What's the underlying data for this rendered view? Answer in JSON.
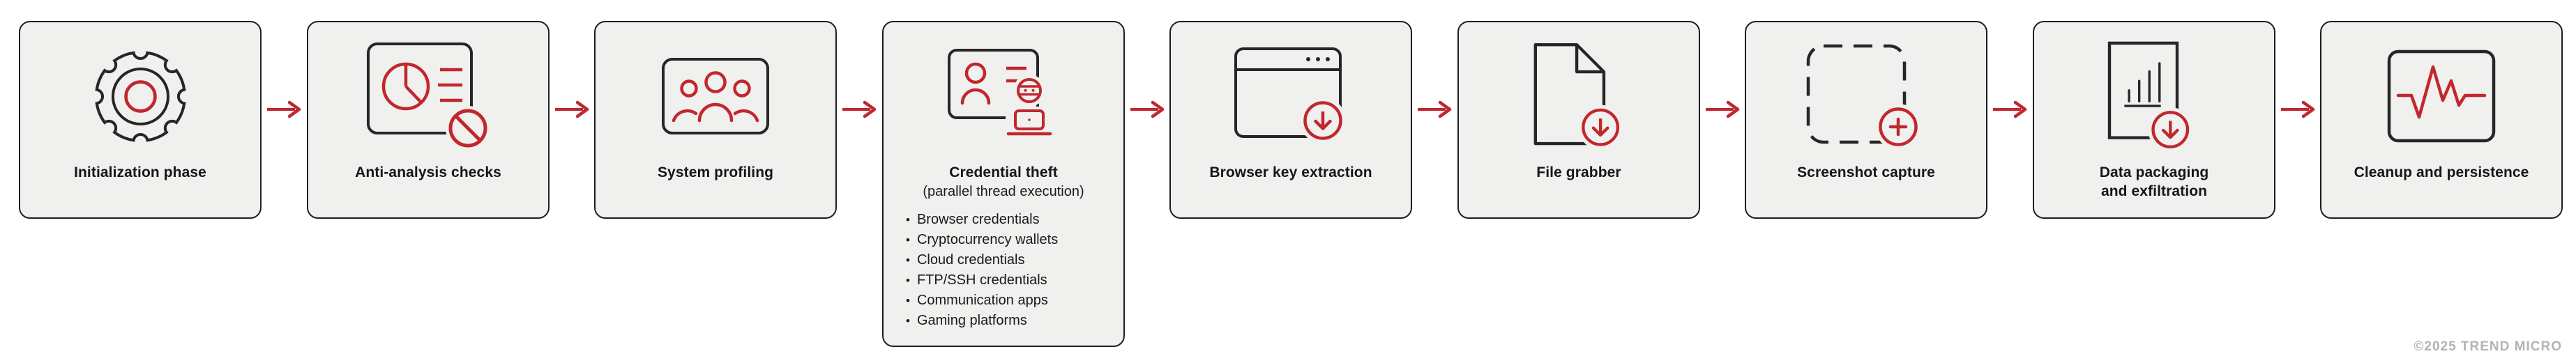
{
  "colors": {
    "accent_red": "#c1272d",
    "box_background": "#f0f0ee",
    "box_border": "#1e1e1e",
    "icon_black": "#262626",
    "text": "#1a1a1a",
    "footer_gray": "#b5b3b2"
  },
  "footer": {
    "copyright": "©2025 TREND MICRO"
  },
  "flow": {
    "connector_icon": "arrow-right-icon",
    "steps": [
      {
        "icon": "gear-icon",
        "label": "Initialization phase"
      },
      {
        "icon": "pie-chart-blocked-icon",
        "label": "Anti-analysis checks"
      },
      {
        "icon": "user-group-icon",
        "label": "System profiling"
      },
      {
        "icon": "id-card-hacker-icon",
        "label": "Credential theft",
        "sublabel": "(parallel thread execution)",
        "items": [
          "Browser credentials",
          "Cryptocurrency wallets",
          "Cloud credentials",
          "FTP/SSH credentials",
          "Communication apps",
          "Gaming platforms"
        ]
      },
      {
        "icon": "browser-download-icon",
        "label": "Browser key extraction"
      },
      {
        "icon": "file-download-icon",
        "label": "File grabber"
      },
      {
        "icon": "screenshot-add-icon",
        "label": "Screenshot capture"
      },
      {
        "icon": "report-download-icon",
        "label": "Data packaging and exfiltration",
        "label_lines": [
          "Data packaging",
          "and exfiltration"
        ]
      },
      {
        "icon": "pulse-monitor-icon",
        "label": "Cleanup and persistence"
      }
    ]
  }
}
